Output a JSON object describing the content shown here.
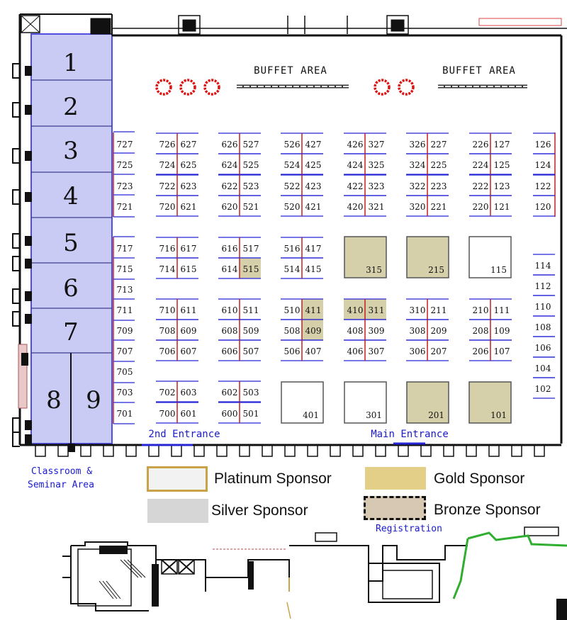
{
  "colors": {
    "classroom_fill": "#c9cbf4",
    "classroom_edge": "#4f4fe0",
    "wall": "#111111",
    "booth_blue": "#2424d6",
    "booth_red": "#c02020",
    "gold": "#d6d0aa",
    "gold_edge": "#555555",
    "buffet_red": "#dd1111",
    "platinum_fill": "#f2f2f2",
    "platinum_edge": "#c9a346",
    "gold_legend": "#e4cf89",
    "silver_legend": "#d6d6d6",
    "bronze_legend": "#d7c8b3",
    "blue_text": "#1a1ad0",
    "green_wall": "#2fae2f"
  },
  "buffet": {
    "left_label": "BUFFET AREA",
    "right_label": "BUFFET AREA"
  },
  "classrooms": [
    "1",
    "2",
    "3",
    "4",
    "5",
    "6",
    "7",
    "8",
    "9"
  ],
  "booth_pairs": {
    "col700_600": [
      [
        "726",
        "627"
      ],
      [
        "724",
        "625"
      ],
      [
        "722",
        "623"
      ],
      [
        "720",
        "621"
      ],
      [
        "716",
        "617"
      ],
      [
        "714",
        "615"
      ],
      [
        "710",
        "611"
      ],
      [
        "708",
        "609"
      ],
      [
        "706",
        "607"
      ],
      [
        "702",
        "603"
      ],
      [
        "700",
        "601"
      ]
    ],
    "col600_500": [
      [
        "626",
        "527"
      ],
      [
        "624",
        "525"
      ],
      [
        "622",
        "523"
      ],
      [
        "620",
        "521"
      ],
      [
        "616",
        "517"
      ],
      [
        "614",
        "515"
      ],
      [
        "610",
        "511"
      ],
      [
        "608",
        "509"
      ],
      [
        "606",
        "507"
      ],
      [
        "602",
        "503"
      ],
      [
        "600",
        "501"
      ]
    ],
    "col500_400": [
      [
        "526",
        "427"
      ],
      [
        "524",
        "425"
      ],
      [
        "522",
        "423"
      ],
      [
        "520",
        "421"
      ],
      [
        "516",
        "417"
      ],
      [
        "514",
        "415"
      ],
      [
        "510",
        "411"
      ],
      [
        "508",
        "409"
      ],
      [
        "506",
        "407"
      ]
    ],
    "col400_300": [
      [
        "426",
        "327"
      ],
      [
        "424",
        "325"
      ],
      [
        "422",
        "323"
      ],
      [
        "420",
        "321"
      ],
      [
        "410",
        "311"
      ],
      [
        "408",
        "309"
      ],
      [
        "406",
        "307"
      ]
    ],
    "col300_200": [
      [
        "326",
        "227"
      ],
      [
        "324",
        "225"
      ],
      [
        "322",
        "223"
      ],
      [
        "320",
        "221"
      ],
      [
        "310",
        "211"
      ],
      [
        "308",
        "209"
      ],
      [
        "306",
        "207"
      ]
    ],
    "col200_100": [
      [
        "226",
        "127"
      ],
      [
        "224",
        "125"
      ],
      [
        "222",
        "123"
      ],
      [
        "220",
        "121"
      ],
      [
        "210",
        "111"
      ],
      [
        "208",
        "109"
      ],
      [
        "206",
        "107"
      ]
    ]
  },
  "left_wall_booths": [
    "727",
    "725",
    "723",
    "721",
    "717",
    "715",
    "713",
    "711",
    "709",
    "707",
    "705",
    "703",
    "701"
  ],
  "right_wall_booths": [
    "126",
    "124",
    "122",
    "120",
    "114",
    "112",
    "110",
    "108",
    "106",
    "104",
    "102"
  ],
  "gold_highlighted_booths": [
    "515",
    "411",
    "409",
    "410",
    "311"
  ],
  "large_booths": [
    {
      "id": "315",
      "sponsor": "gold"
    },
    {
      "id": "215",
      "sponsor": "gold"
    },
    {
      "id": "115",
      "sponsor": "none"
    },
    {
      "id": "401",
      "sponsor": "none"
    },
    {
      "id": "301",
      "sponsor": "none"
    },
    {
      "id": "201",
      "sponsor": "gold"
    },
    {
      "id": "101",
      "sponsor": "gold"
    }
  ],
  "entrances": {
    "second": "2nd Entrance",
    "main": "Main Entrance"
  },
  "area_labels": {
    "classroom_line1": "Classroom &",
    "classroom_line2": "Seminar Area",
    "registration": "Registration"
  },
  "legend": {
    "platinum": "Platinum Sponsor",
    "gold": "Gold Sponsor",
    "silver": "Silver Sponsor",
    "bronze": "Bronze Sponsor"
  }
}
